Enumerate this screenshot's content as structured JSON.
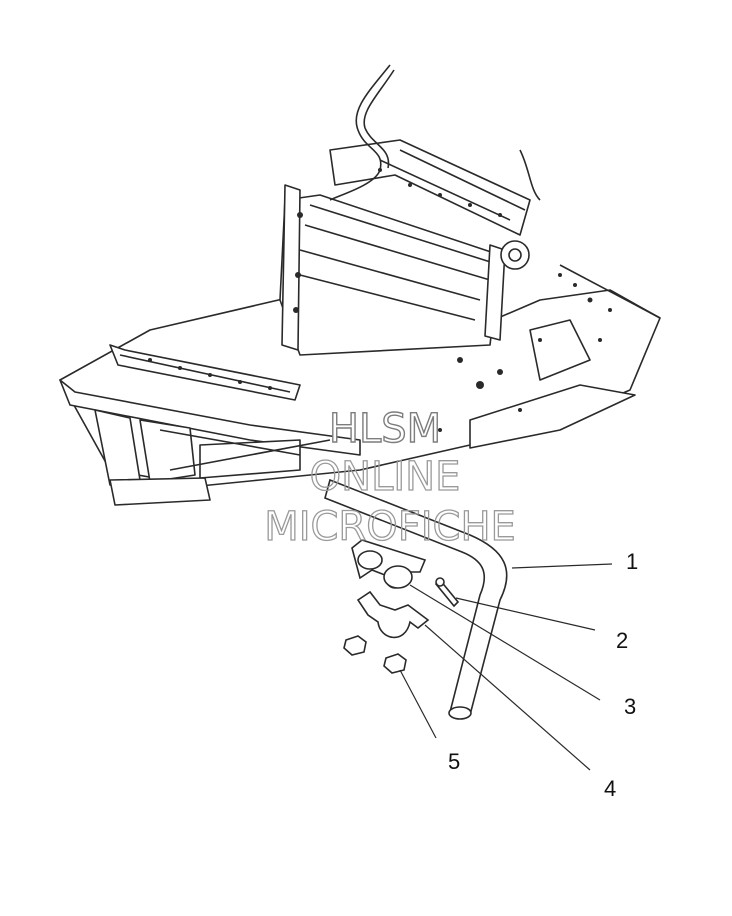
{
  "diagram": {
    "type": "exploded parts diagram",
    "callouts": [
      {
        "id": "1",
        "label": "1"
      },
      {
        "id": "2",
        "label": "2"
      },
      {
        "id": "3",
        "label": "3"
      },
      {
        "id": "4",
        "label": "4"
      },
      {
        "id": "5",
        "label": "5"
      }
    ]
  },
  "watermark": {
    "line1": "HLSM",
    "line2": "ONLINE",
    "line3": "MICROFICHE"
  },
  "colors": {
    "line": "#2a2a2a",
    "fill": "#ffffff",
    "watermark": "#9a9a9a"
  }
}
